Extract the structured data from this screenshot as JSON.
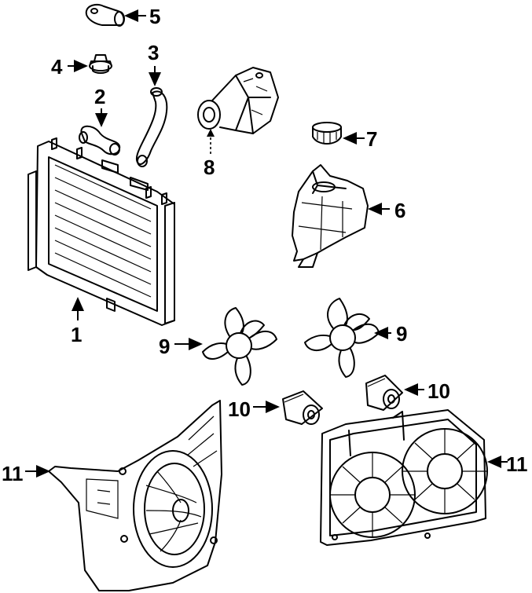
{
  "callouts": {
    "c1": "1",
    "c2": "2",
    "c3": "3",
    "c4": "4",
    "c5": "5",
    "c6": "6",
    "c7": "7",
    "c8": "8",
    "c9a": "9",
    "c9b": "9",
    "c10a": "10",
    "c10b": "10",
    "c11a": "11",
    "c11b": "11"
  },
  "parts": [
    {
      "id": "radiator",
      "callout": "1"
    },
    {
      "id": "upper-radiator-hose",
      "callout": "2"
    },
    {
      "id": "lower-radiator-hose",
      "callout": "3"
    },
    {
      "id": "radiator-cap",
      "callout": "4"
    },
    {
      "id": "thermostat-housing",
      "callout": "5"
    },
    {
      "id": "coolant-reservoir",
      "callout": "6"
    },
    {
      "id": "reservoir-cap",
      "callout": "7"
    },
    {
      "id": "water-outlet",
      "callout": "8"
    },
    {
      "id": "fan-blade-left",
      "callout": "9"
    },
    {
      "id": "fan-blade-right",
      "callout": "9"
    },
    {
      "id": "fan-motor-left",
      "callout": "10"
    },
    {
      "id": "fan-motor-right",
      "callout": "10"
    },
    {
      "id": "fan-shroud-single",
      "callout": "11"
    },
    {
      "id": "fan-shroud-dual",
      "callout": "11"
    }
  ]
}
